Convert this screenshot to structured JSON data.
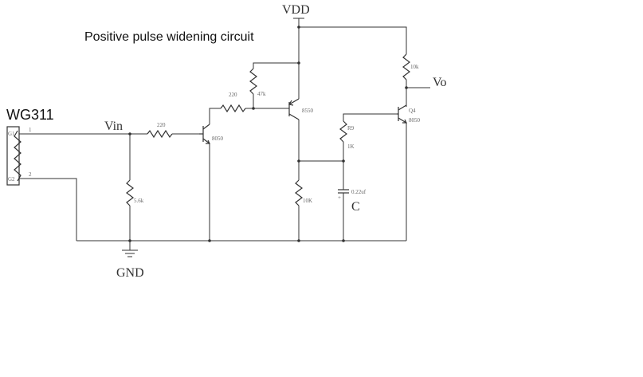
{
  "title": "Positive pulse widening circuit",
  "module": {
    "name": "WG311",
    "pin1": "1",
    "pin2": "2",
    "label_top": "G1",
    "label_bottom": "G2"
  },
  "nets": {
    "vdd": "VDD",
    "gnd": "GND",
    "vin": "Vin",
    "vo": "Vo"
  },
  "components": {
    "r_base1": "220",
    "r_bias": "5.6k",
    "q1_type": "8050",
    "r_base2": "220",
    "r_pullup": "47k",
    "q2_type": "8550",
    "r_emitter": "10K",
    "r9_ref": "R9",
    "r9_value": "1K",
    "cap_value": "0.22uf",
    "cap_label": "C",
    "r_load": "10k",
    "q4_ref": "Q4",
    "q4_type": "8050"
  },
  "colors": {
    "line": "#333333",
    "text": "#111111",
    "small_text": "#666666"
  }
}
